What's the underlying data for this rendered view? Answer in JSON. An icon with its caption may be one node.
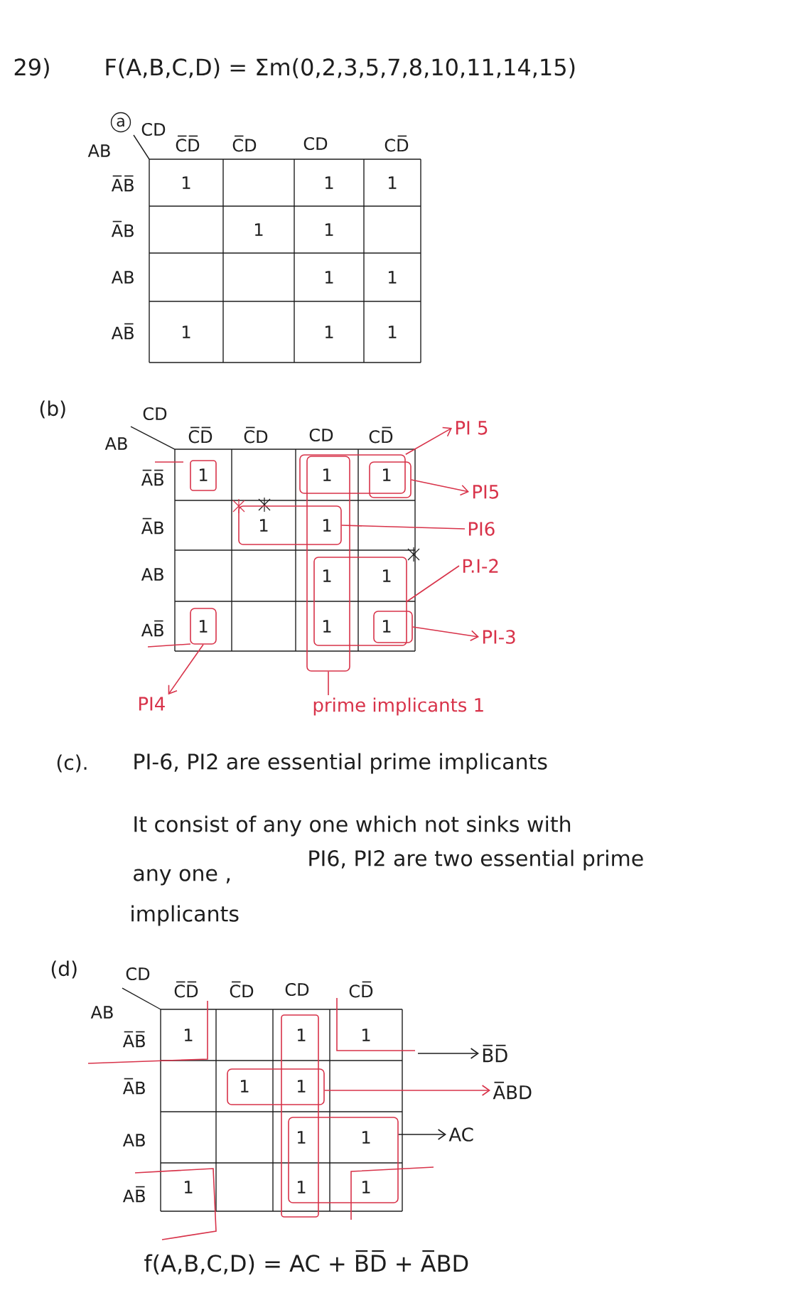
{
  "diagram": {
    "title": "F(A,B,C,D) = Σm(0,2,3,5,7,8,10,11,14,15)",
    "nodes": [
      {
        "text": [
          "a"
        ]
      },
      {
        "text": [
          "PI 5"
        ]
      },
      {
        "text": [],
        "shape": "box"
      },
      {
        "text": [],
        "shape": "box"
      },
      {
        "text": [
          "PI5"
        ]
      },
      {
        "text": [],
        "shape": "box"
      },
      {
        "text": [
          "PI6"
        ]
      },
      {
        "text": [],
        "shape": "box"
      },
      {
        "text": [
          "P.I-2"
        ]
      },
      {
        "text": [],
        "shape": "box"
      },
      {
        "text": [],
        "shape": "box"
      },
      {
        "text": [
          "PI-3"
        ]
      },
      {
        "text": [],
        "shape": "box"
      },
      {
        "text": [
          "PI4"
        ]
      },
      {
        "text": [
          "prime implicants 1"
        ]
      },
      {
        "text": [
          "B̅D̅"
        ]
      },
      {
        "text": [],
        "shape": "box"
      },
      {
        "text": [
          "A̅BD"
        ]
      },
      {
        "text": [],
        "shape": "box"
      },
      {
        "text": [
          "AC"
        ]
      }
    ],
    "edges": [
      {
        "from": 2,
        "to": 1,
        "arrow": "to"
      },
      {
        "from": 3,
        "to": 4,
        "arrow": "to"
      },
      {
        "from": 5,
        "to": 6,
        "arrow": "none"
      },
      {
        "from": 7,
        "to": 8,
        "arrow": "none"
      },
      {
        "from": 10,
        "to": 11,
        "arrow": "to"
      },
      {
        "from": 9,
        "to": 13,
        "arrow": "to"
      },
      {
        "from": 12,
        "to": 14,
        "arrow": "none"
      },
      {
        "from": null,
        "to": 15,
        "arrow": "to",
        "color": "#1e1e1e"
      },
      {
        "from": 16,
        "to": 17,
        "arrow": "to"
      },
      {
        "from": 18,
        "to": 19,
        "arrow": "to",
        "color": "#1e1e1e"
      }
    ],
    "labels": [
      "29)",
      "CD",
      "AB",
      "C̅D̅",
      "C̅D",
      "CD",
      "CD̅",
      "A̅B̅",
      "1",
      "1",
      "1",
      "A̅B",
      "1",
      "1",
      "AB",
      "1",
      "1",
      "AB̅",
      "1",
      "1",
      "1",
      "(b)",
      "CD",
      "AB",
      "C̅D̅",
      "C̅D",
      "CD",
      "CD̅",
      "A̅B̅",
      "1",
      "1",
      "1",
      "A̅B",
      "1",
      "1",
      "AB",
      "1",
      "1",
      "AB̅",
      "1",
      "1",
      "1",
      "(c).",
      "PI-6, PI2 are essential prime implicants",
      "It consist of any one which not sinks with",
      "any one ,",
      "PI6, PI2 are two essential prime",
      "implicants",
      "(d)",
      "CD",
      "AB",
      "C̅D̅",
      "C̅D",
      "CD",
      "CD̅",
      "A̅B̅",
      "1",
      "1",
      "1",
      "A̅B",
      "1",
      "1",
      "AB",
      "1",
      "1",
      "AB̅",
      "1",
      "1",
      "1",
      "f(A,B,C,D) = AC + B̅D̅ + A̅BD"
    ]
  }
}
